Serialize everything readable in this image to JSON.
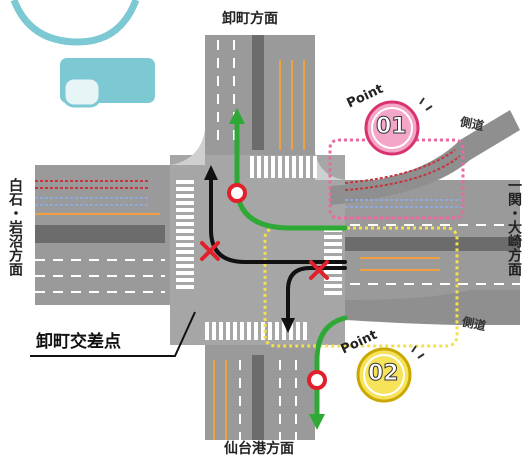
{
  "directions": {
    "north": "卸町方面",
    "south": "仙台港方面",
    "west": "白石・岩沼方面",
    "east": "一関・大崎方面"
  },
  "sidewalk_labels": [
    "側道",
    "側道"
  ],
  "intersection_name": "卸町交差点",
  "points": [
    {
      "label": "Point",
      "number": "01",
      "color": "#f3a6c8",
      "border": "#d9336f"
    },
    {
      "label": "Point",
      "number": "02",
      "color": "#f7e35a",
      "border": "#c9a800"
    }
  ],
  "colors": {
    "road": "#9a9a9a",
    "road_dark": "#6c6c6c",
    "ok_route": "#2fa935",
    "ng_route": "#111111",
    "ng_mark": "#e0202a",
    "magnifier": "#7cc8d3",
    "lane_orange": "#f0a040",
    "lane_red": "#c6353d",
    "lane_blue": "#8fa9d8"
  },
  "icons": [
    "magnifier-icon",
    "ok-circle-icon",
    "ng-cross-icon",
    "point-badge-icon"
  ]
}
